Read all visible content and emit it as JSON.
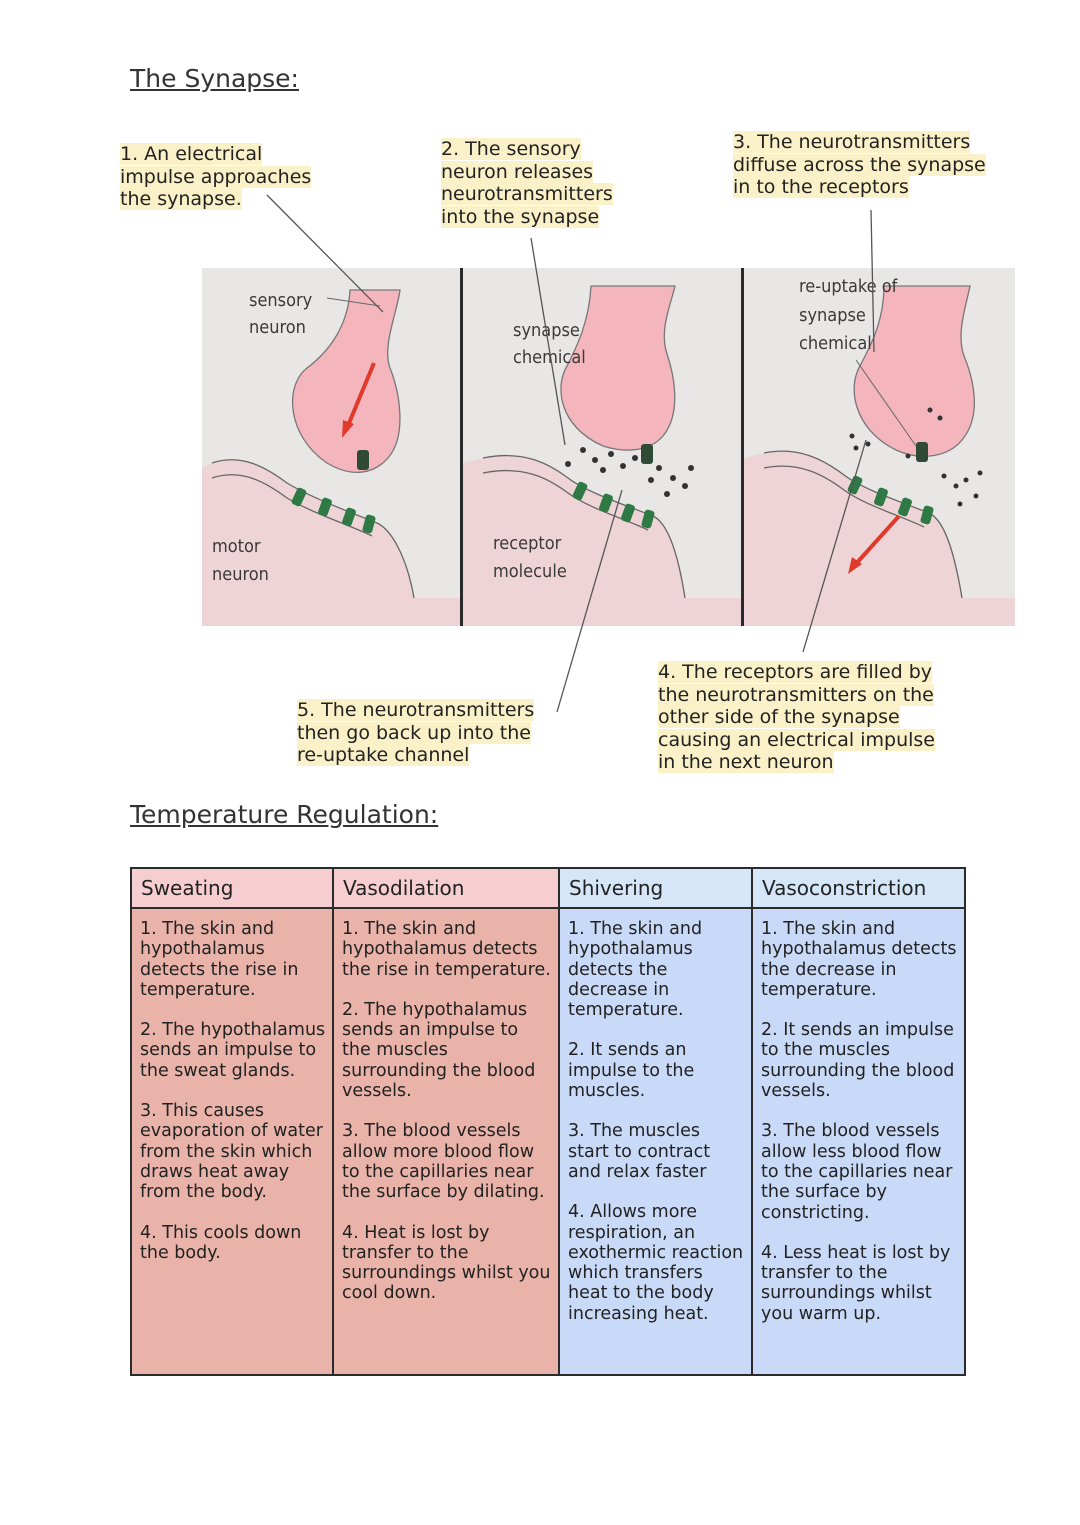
{
  "synapse": {
    "title": "The Synapse:",
    "captions": {
      "step1": "1. An electrical impulse approaches the synapse.",
      "step2": "2. The sensory neuron releases neurotransmitters into the synapse",
      "step3": "3. The neurotransmitters diffuse across the synapse in to the receptors",
      "step4": "4. The receptors are filled  by the neurotransmitters on the other side of the synapse causing an electrical impulse in the next neuron",
      "step5": "5. The neurotransmitters then go back up into the re-uptake channel"
    },
    "figure_labels": {
      "sensory_1": "sensory",
      "sensory_2": "neuron",
      "motor_1": "motor",
      "motor_2": "neuron",
      "synapse_1": "synapse",
      "synapse_2": "chemical",
      "receptor_1": "receptor",
      "receptor_2": "molecule",
      "reuptake_1": "re-uptake of",
      "reuptake_2": "synapse",
      "reuptake_3": "chemical"
    },
    "colors": {
      "neuron": "#f4b5bd",
      "receptor": "#2f7a44",
      "arrow": "#e03a2a",
      "panel": "#e9e6e6"
    }
  },
  "temperature": {
    "title": "Temperature Regulation:",
    "columns": [
      {
        "header": "Sweating",
        "steps": [
          "1. The skin and hypothalamus detects the rise in temperature.",
          "2. The hypothalamus sends an impulse to the sweat glands.",
          "3. This causes evaporation of water from the skin which draws heat away from the body.",
          "4. This cools down the body."
        ]
      },
      {
        "header": "Vasodilation",
        "steps": [
          "1. The skin and hypothalamus detects the rise in temperature.",
          "2. The hypothalamus sends an impulse to the muscles surrounding the blood vessels.",
          "3. The blood vessels allow more blood flow to the capillaries near the surface by dilating.",
          "4. Heat is lost by transfer to the surroundings whilst you cool down."
        ]
      },
      {
        "header": "Shivering",
        "steps": [
          "1. The skin and hypothalamus detects the decrease in temperature.",
          "2. It sends an impulse to the muscles.",
          "3. The muscles start to contract and relax faster",
          "4. Allows more respiration, an exothermic reaction which transfers heat to the body increasing heat."
        ]
      },
      {
        "header": "Vasoconstriction",
        "steps": [
          "1. The skin and hypothalamus detects the decrease in temperature.",
          "2. It sends an impulse to the muscles surrounding the blood vessels.",
          "3. The blood vessels allow less blood flow to the capillaries near the surface by constricting.",
          "4. Less heat is lost by transfer to the surroundings whilst you warm up."
        ]
      }
    ],
    "colors": {
      "warm_header": "#f6cdd0",
      "warm_body": "#e9b3a9",
      "cool_header": "#d4e6f7",
      "cool_body": "#c9daf8"
    }
  }
}
